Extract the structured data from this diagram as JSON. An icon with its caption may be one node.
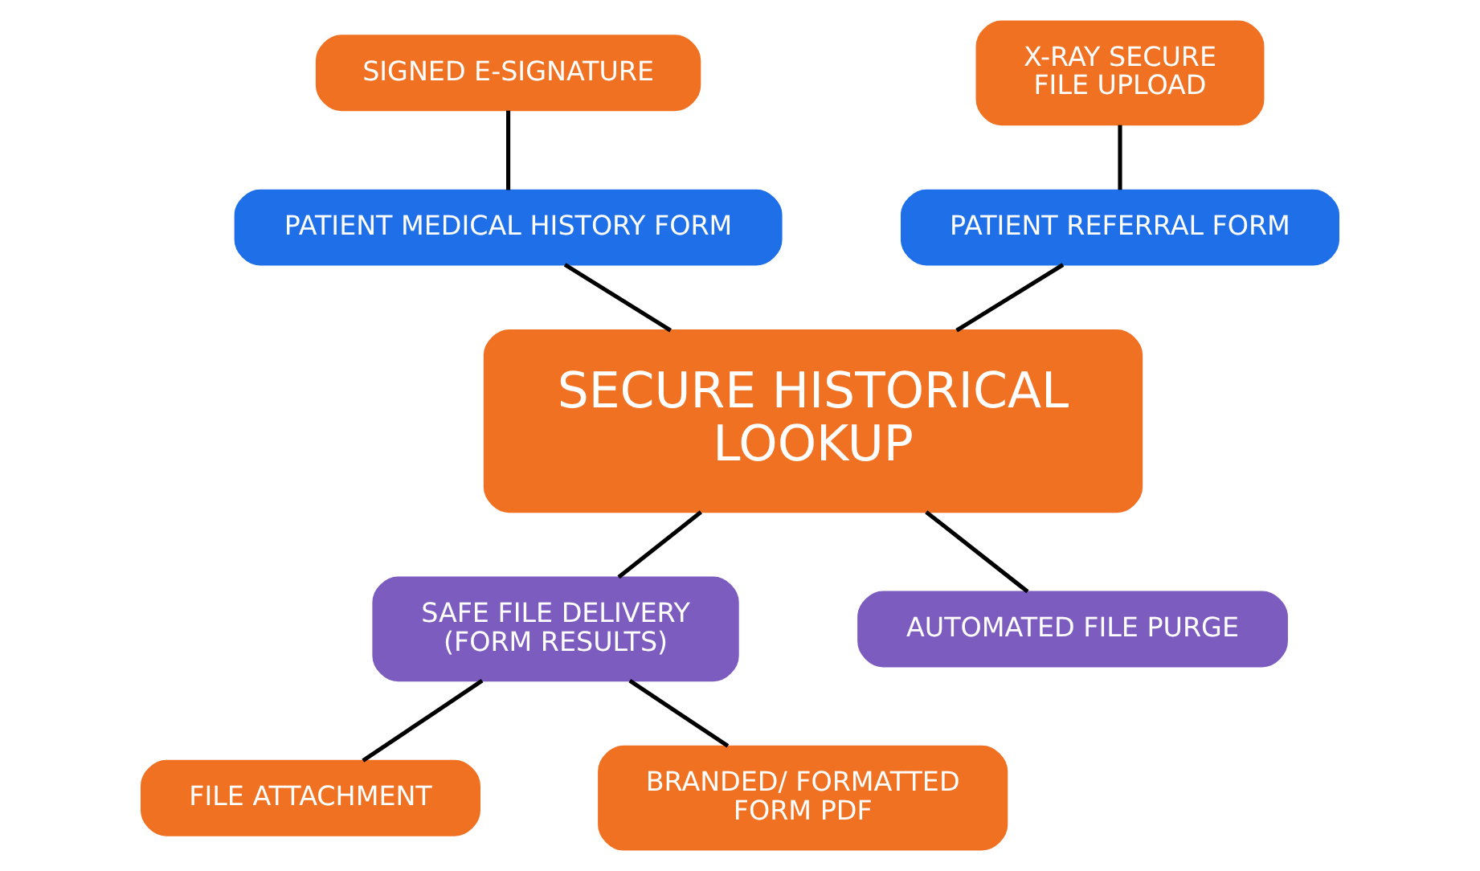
{
  "diagram": {
    "nodes": [
      {
        "text": [
          "SIGNED E-SIGNATURE"
        ]
      },
      {
        "text": [
          "X-RAY SECURE FILE UPLOAD"
        ]
      },
      {
        "text": [
          "PATIENT MEDICAL HISTORY FORM"
        ]
      },
      {
        "text": [
          "PATIENT REFERRAL FORM"
        ]
      },
      {
        "text": [
          "SECURE HISTORICAL LOOKUP"
        ]
      },
      {
        "text": [
          "SAFE FILE DELIVERY (FORM RESULTS)"
        ]
      },
      {
        "text": [
          "AUTOMATED FILE PURGE"
        ]
      },
      {
        "text": [
          "FILE ATTACHMENT"
        ]
      },
      {
        "text": [
          "BRANDED/ FORMATTED FORM PDF"
        ]
      }
    ],
    "edges": [
      {
        "from": 0,
        "to": 2,
        "arrow": "none"
      },
      {
        "from": 1,
        "to": 3,
        "arrow": "none"
      },
      {
        "from": 2,
        "to": 4,
        "arrow": "none"
      },
      {
        "from": 3,
        "to": 4,
        "arrow": "none"
      },
      {
        "from": 4,
        "to": 5,
        "arrow": "none"
      },
      {
        "from": 4,
        "to": 6,
        "arrow": "none"
      },
      {
        "from": 5,
        "to": 7,
        "arrow": "none"
      },
      {
        "from": 5,
        "to": 8,
        "arrow": "none"
      }
    ]
  }
}
